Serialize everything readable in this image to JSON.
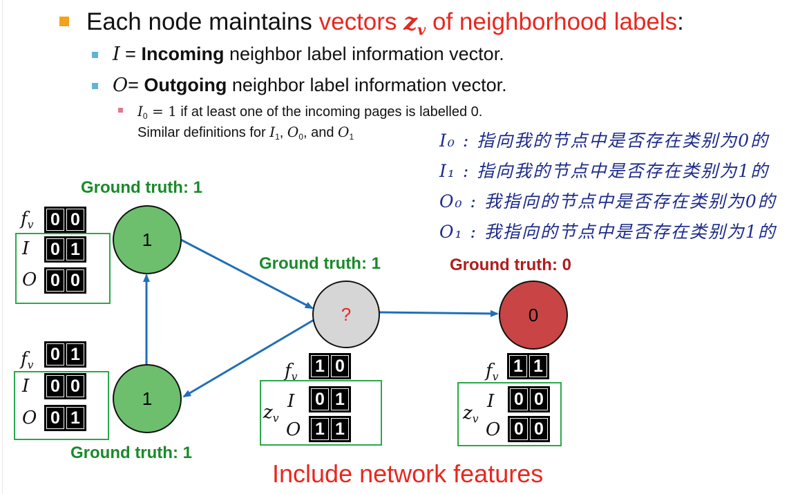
{
  "heading": {
    "pre": "Each node maintains ",
    "red": "vectors ",
    "var": "z",
    "var_sub": "v",
    "red2": " of neighborhood labels",
    "post": ":"
  },
  "sub1": {
    "var": "I",
    "eq": " = ",
    "bold": "Incoming",
    "rest": " neighbor label information vector."
  },
  "sub2": {
    "var": "O",
    "eq": "= ",
    "bold": "Outgoing",
    "rest": " neighbor label information vector."
  },
  "detail1": {
    "var": "I",
    "sub": "0",
    "eq": " = 1",
    "rest": " if at least one of the incoming pages is labelled 0."
  },
  "detail2": {
    "pre": "Similar definitions for ",
    "v1": "I",
    "s1": "1",
    "c1": ", ",
    "v2": "O",
    "s2": "0",
    "c2": ", and ",
    "v3": "O",
    "s3": "1"
  },
  "notes": [
    "I₀ : 指向我的节点中是否存在类别为0的",
    "I₁ : 指向我的节点中是否存在类别为1的",
    "O₀ : 我指向的节点中是否存在类别为0的",
    "O₁ : 我指向的节点中是否存在类别为1的"
  ],
  "nodes": {
    "top_left": {
      "label": "1",
      "ground_truth": "Ground truth: 1",
      "fv": [
        "0",
        "0"
      ],
      "I": [
        "0",
        "1"
      ],
      "O": [
        "0",
        "0"
      ]
    },
    "bottom_left": {
      "label": "1",
      "ground_truth": "Ground truth: 1",
      "fv": [
        "0",
        "1"
      ],
      "I": [
        "0",
        "0"
      ],
      "O": [
        "0",
        "1"
      ]
    },
    "middle": {
      "label": "?",
      "ground_truth": "Ground truth: 1",
      "fv": [
        "1",
        "0"
      ],
      "I": [
        "0",
        "1"
      ],
      "O": [
        "1",
        "1"
      ]
    },
    "right": {
      "label": "0",
      "ground_truth": "Ground truth: 0",
      "fv": [
        "1",
        "1"
      ],
      "I": [
        "0",
        "0"
      ],
      "O": [
        "0",
        "0"
      ]
    }
  },
  "labels": {
    "f": "f",
    "f_sub": "v",
    "I": "I",
    "O": "O",
    "z": "z",
    "z_sub": "v"
  },
  "footer": "Include network features",
  "colors": {
    "green_node": "#6dbf6d",
    "gray_node": "#d6d6d6",
    "red_node": "#c94545",
    "edge": "#1f6fb8",
    "accent_red": "#e8271e",
    "gt_green": "#1a8a2a",
    "gt_red": "#b01c1c"
  }
}
